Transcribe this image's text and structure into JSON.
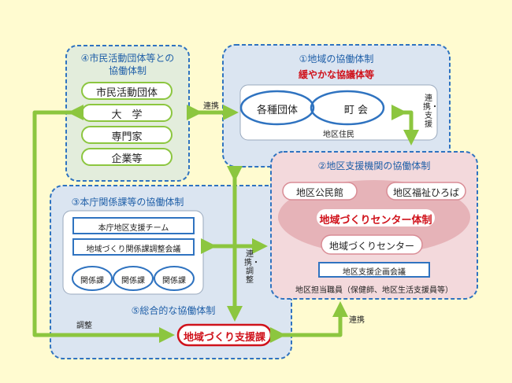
{
  "colors": {
    "background": "#fffbd0",
    "box_green": "#e3eddc",
    "box_blue": "#dbe5f1",
    "box_pink": "#f3d9dc",
    "dashed_border": "#2f73c0",
    "arrow_green": "#8cc63f",
    "title_blue": "#1f5fa8",
    "emphasis_red": "#d0121b"
  },
  "box4": {
    "title_line1": "④市民活動団体等との",
    "title_line2": "協働体制",
    "items": [
      "市民活動団体",
      "大　学",
      "専門家",
      "企業等"
    ]
  },
  "box1": {
    "title": "①地域の協働体制",
    "subtitle": "緩やかな協議体等",
    "left_circle": "各種団体",
    "right_circle": "町 会",
    "caption": "地区住民"
  },
  "box2": {
    "title": "②地区支援機関の協働体制",
    "pill_left": "地区公民館",
    "pill_right": "地区福祉ひろば",
    "center_label": "地域づくりセンター体制",
    "pill_bottom": "地域づくりセンター",
    "meeting": "地区支援企画会議",
    "caption": "地区担当職員（保健師、地区生活支援員等）"
  },
  "box3": {
    "title": "③本庁関係課等の協働体制",
    "team": "本庁地区支援チーム",
    "council": "地域づくり関係課調整会議",
    "sections": [
      "関係課",
      "関係課",
      "関係課"
    ]
  },
  "box5": {
    "title": "⑤総合的な協働体制",
    "center": "地域づくり支援課"
  },
  "links": {
    "renkei_top": "連携",
    "renkei_shien": "連携・支援",
    "renkei_chosei": "連携・調整",
    "chosei": "調整",
    "renkei_bottom": "連携"
  }
}
